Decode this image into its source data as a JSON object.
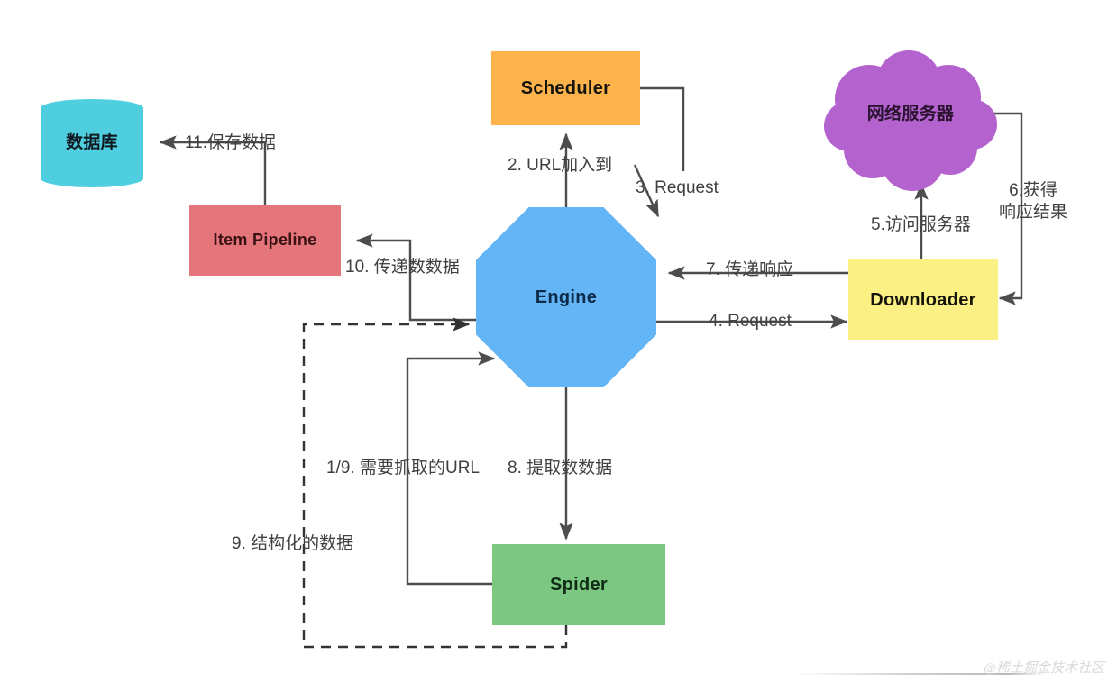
{
  "diagram": {
    "title": "Scrapy Architecture Flow",
    "watermark": "@稀土掘金技术社区",
    "colors": {
      "database": "#4ECEDE",
      "item_pipeline": "#E4757A",
      "scheduler": "#FCB34C",
      "engine": "#64B5F6",
      "web_server": "#B362CE",
      "downloader": "#FAF083",
      "spider": "#7CC782",
      "edge": "#4d4d4d",
      "background": "#FFFFFF"
    },
    "nodes": [
      {
        "id": "database",
        "label": "数据库",
        "shape": "cylinder",
        "color": "#4ECEDE"
      },
      {
        "id": "item_pipeline",
        "label": "Item Pipeline",
        "shape": "rect",
        "color": "#E4757A"
      },
      {
        "id": "scheduler",
        "label": "Scheduler",
        "shape": "rect",
        "color": "#FCB34C"
      },
      {
        "id": "engine",
        "label": "Engine",
        "shape": "octagon",
        "color": "#64B5F6"
      },
      {
        "id": "web_server",
        "label": "网络服务器",
        "shape": "cloud",
        "color": "#B362CE"
      },
      {
        "id": "downloader",
        "label": "Downloader",
        "shape": "rect",
        "color": "#FAF083"
      },
      {
        "id": "spider",
        "label": "Spider",
        "shape": "rect",
        "color": "#7CC782"
      }
    ],
    "edges": [
      {
        "id": "e1",
        "label": "1/9. 需要抓取的URL",
        "from": "spider",
        "to": "engine",
        "style": "solid"
      },
      {
        "id": "e2",
        "label": "2. URL加入到",
        "from": "engine",
        "to": "scheduler",
        "style": "solid"
      },
      {
        "id": "e3",
        "label": "3. Request",
        "from": "scheduler",
        "to": "engine",
        "style": "solid"
      },
      {
        "id": "e4",
        "label": "4. Request",
        "from": "engine",
        "to": "downloader",
        "style": "solid"
      },
      {
        "id": "e5",
        "label": "5.访问服务器",
        "from": "downloader",
        "to": "web_server",
        "style": "solid"
      },
      {
        "id": "e6",
        "label_line1": "6.获得",
        "label_line2": "响应结果",
        "label": "6.获得 响应结果",
        "from": "web_server",
        "to": "downloader",
        "style": "solid"
      },
      {
        "id": "e7",
        "label": "7. 传递响应",
        "from": "downloader",
        "to": "engine",
        "style": "solid"
      },
      {
        "id": "e8",
        "label": "8. 提取数数据",
        "from": "engine",
        "to": "spider",
        "style": "solid"
      },
      {
        "id": "e9",
        "label": "9. 结构化的数据",
        "from": "spider",
        "to": "engine",
        "style": "dashed"
      },
      {
        "id": "e10",
        "label": "10. 传递数数据",
        "from": "engine",
        "to": "item_pipeline",
        "style": "solid"
      },
      {
        "id": "e11",
        "label": "11.保存数据",
        "from": "item_pipeline",
        "to": "database",
        "style": "solid"
      }
    ]
  }
}
